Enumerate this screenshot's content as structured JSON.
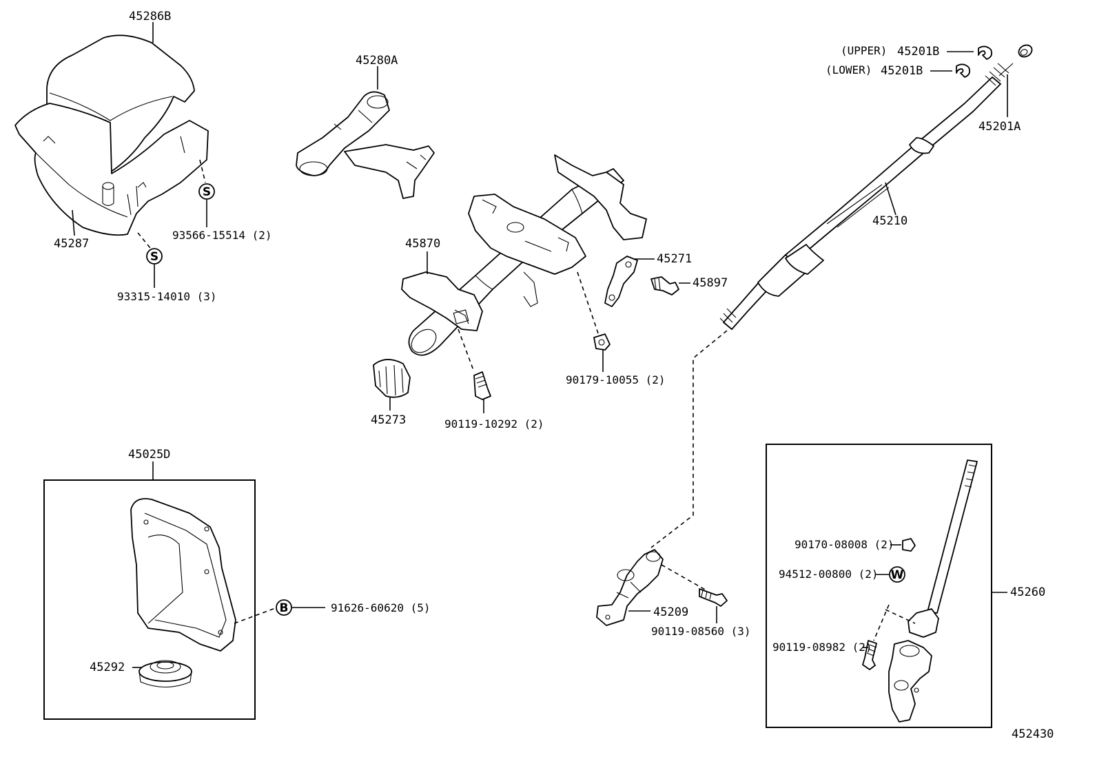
{
  "labels": {
    "l45286B": "45286B",
    "l45287": "45287",
    "l93566": "93566-15514 (2)",
    "l93315": "93315-14010 (3)",
    "l45280A": "45280A",
    "l45870": "45870",
    "l45273": "45273",
    "l90119_10292": "90119-10292 (2)",
    "l90179": "90179-10055 (2)",
    "l45271": "45271",
    "l45897": "45897",
    "upper": "(UPPER)",
    "lower": "(LOWER)",
    "l45201B_upper": "45201B",
    "l45201B_lower": "45201B",
    "l45201A": "45201A",
    "l45210": "45210",
    "l45025D": "45025D",
    "l45292": "45292",
    "l91626": "91626-60620 (5)",
    "l45209": "45209",
    "l90119_08560": "90119-08560 (3)",
    "l90170": "90170-08008 (2)",
    "l94512": "94512-00800 (2)",
    "l90119_08982": "90119-08982 (2)",
    "l45260": "45260",
    "figure_id": "452430"
  },
  "symbols": {
    "screw_s": "S",
    "bolt_b": "B",
    "washer_w": "W"
  }
}
